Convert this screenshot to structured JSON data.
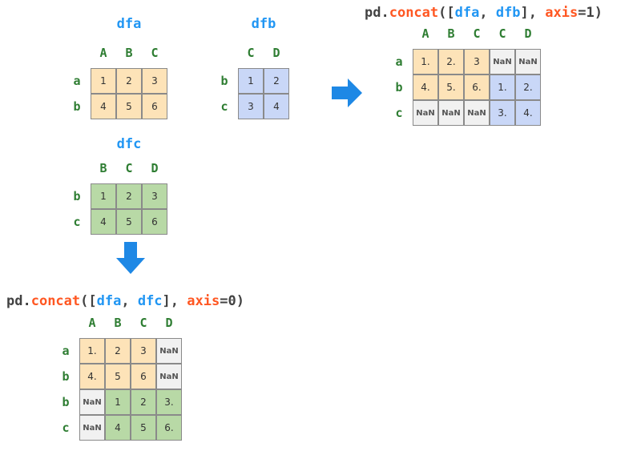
{
  "colors": {
    "orange_cell": "#fde3b8",
    "blue_cell": "#c9d7f7",
    "green_cell": "#b8d9a6",
    "nan_cell": "#f1f1f1",
    "label_green": "#2e7d32",
    "title_blue": "#2196f3",
    "accent_orange": "#ff5722",
    "arrow_blue": "#1e88e5"
  },
  "frames": [
    {
      "id": "dfa",
      "title": "dfa",
      "columns": [
        "A",
        "B",
        "C"
      ],
      "index": [
        "a",
        "b"
      ],
      "cells": [
        [
          "1",
          "2",
          "3"
        ],
        [
          "4",
          "5",
          "6"
        ]
      ],
      "fills": [
        [
          "o",
          "o",
          "o"
        ],
        [
          "o",
          "o",
          "o"
        ]
      ]
    },
    {
      "id": "dfb",
      "title": "dfb",
      "columns": [
        "C",
        "D"
      ],
      "index": [
        "b",
        "c"
      ],
      "cells": [
        [
          "1",
          "2"
        ],
        [
          "3",
          "4"
        ]
      ],
      "fills": [
        [
          "b",
          "b"
        ],
        [
          "b",
          "b"
        ]
      ]
    },
    {
      "id": "dfc",
      "title": "dfc",
      "columns": [
        "B",
        "C",
        "D"
      ],
      "index": [
        "b",
        "c"
      ],
      "cells": [
        [
          "1",
          "2",
          "3"
        ],
        [
          "4",
          "5",
          "6"
        ]
      ],
      "fills": [
        [
          "g",
          "g",
          "g"
        ],
        [
          "g",
          "g",
          "g"
        ]
      ]
    },
    {
      "id": "axis1",
      "code": {
        "prefix": "pd.",
        "fn": "concat",
        "open": "([",
        "a": "dfa",
        "sep": ", ",
        "b": "dfb",
        "close": "], ",
        "kw": "axis",
        "eq": "=",
        "val": "1",
        "end": ")"
      },
      "columns": [
        "A",
        "B",
        "C",
        "C",
        "D"
      ],
      "index": [
        "a",
        "b",
        "c"
      ],
      "cells": [
        [
          "1.",
          "2.",
          "3",
          "NaN",
          "NaN"
        ],
        [
          "4.",
          "5.",
          "6.",
          "1.",
          "2."
        ],
        [
          "NaN",
          "NaN",
          "NaN",
          "3.",
          "4."
        ]
      ],
      "fills": [
        [
          "o",
          "o",
          "o",
          "n",
          "n"
        ],
        [
          "o",
          "o",
          "o",
          "b",
          "b"
        ],
        [
          "n",
          "n",
          "n",
          "b",
          "b"
        ]
      ]
    },
    {
      "id": "axis0",
      "code": {
        "prefix": "pd.",
        "fn": "concat",
        "open": "([",
        "a": "dfa",
        "sep": ", ",
        "b": "dfc",
        "close": "], ",
        "kw": "axis",
        "eq": "=",
        "val": "0",
        "end": ")"
      },
      "columns": [
        "A",
        "B",
        "C",
        "D"
      ],
      "index": [
        "a",
        "b",
        "b",
        "c"
      ],
      "cells": [
        [
          "1.",
          "2",
          "3",
          "NaN"
        ],
        [
          "4.",
          "5",
          "6",
          "NaN"
        ],
        [
          "NaN",
          "1",
          "2",
          "3."
        ],
        [
          "NaN",
          "4",
          "5",
          "6."
        ]
      ],
      "fills": [
        [
          "o",
          "o",
          "o",
          "n"
        ],
        [
          "o",
          "o",
          "o",
          "n"
        ],
        [
          "n",
          "g",
          "g",
          "g"
        ],
        [
          "n",
          "g",
          "g",
          "g"
        ]
      ]
    }
  ],
  "arrows": [
    {
      "id": "right-arrow",
      "direction": "right"
    },
    {
      "id": "down-arrow",
      "direction": "down"
    }
  ]
}
